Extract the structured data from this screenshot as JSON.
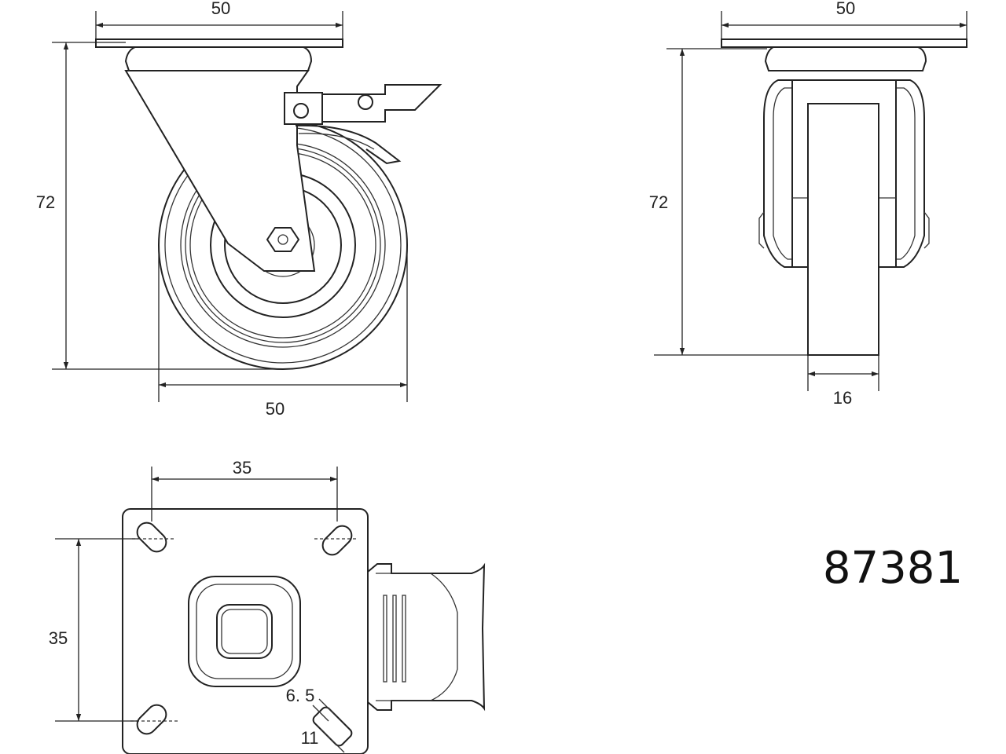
{
  "dimensions": {
    "side_top_width": "50",
    "side_height": "72",
    "side_bottom_width": "50",
    "front_top_width": "50",
    "front_height": "72",
    "front_wheel_width": "16",
    "plate_hole_spacing_x": "35",
    "plate_hole_spacing_y": "35",
    "slot_width": "6. 5",
    "slot_length": "11"
  },
  "part_number": "87381"
}
